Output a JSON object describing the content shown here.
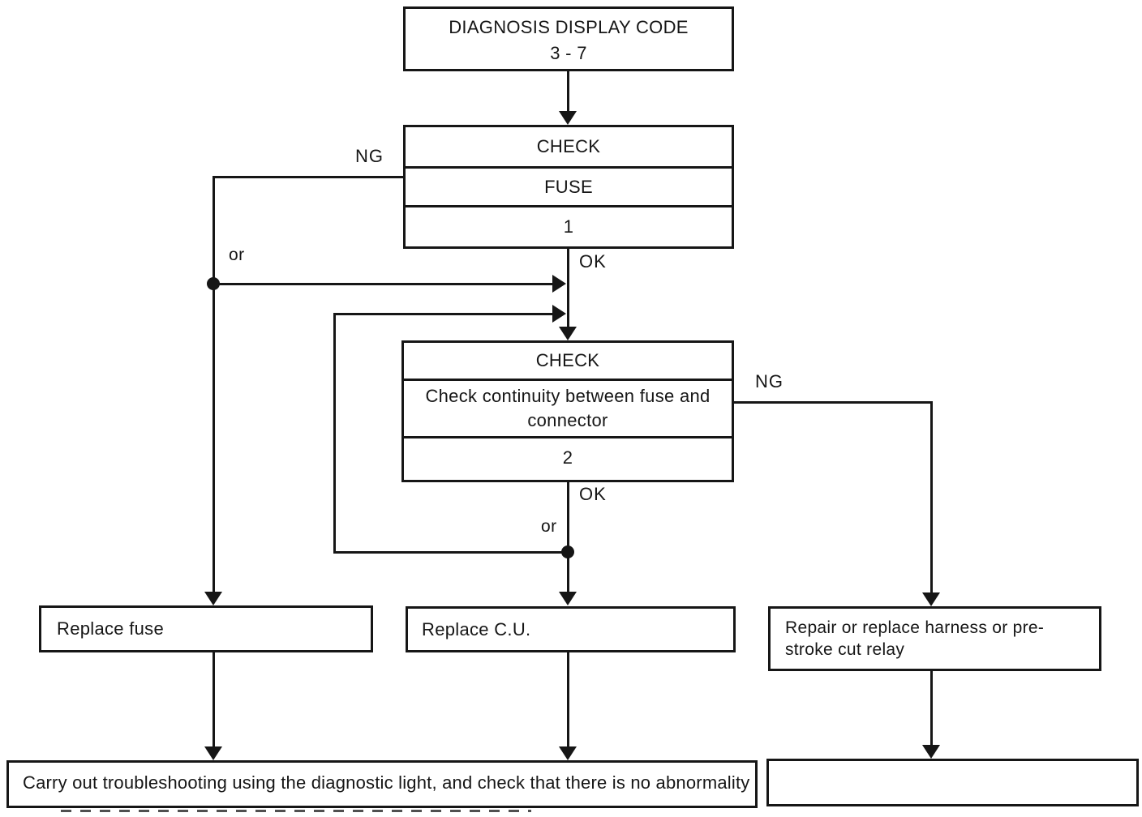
{
  "page": {
    "ink_color": "#161616",
    "background_color": "#ffffff"
  },
  "flowchart": {
    "start_box": {
      "line1": "DIAGNOSIS DISPLAY CODE",
      "line2": "3 - 7"
    },
    "check1": {
      "header": "CHECK",
      "item": "FUSE",
      "step": "1"
    },
    "check2": {
      "header": "CHECK",
      "item": "Check continuity between fuse and connector",
      "step": "2"
    },
    "result_replace_fuse": {
      "label": "Replace fuse"
    },
    "result_replace_cu": {
      "label": "Replace C.U."
    },
    "result_repair_harness": {
      "label": "Repair or replace harness or pre-stroke cut relay"
    },
    "footer": {
      "label": "Carry out troubleshooting using the diagnostic light, and check that there is no abnormality"
    },
    "edge_labels": {
      "ng_left": "NG",
      "ok_top": "OK",
      "or_left": "or",
      "ng_right": "NG",
      "ok_bottom": "OK",
      "or_right": "or"
    }
  }
}
